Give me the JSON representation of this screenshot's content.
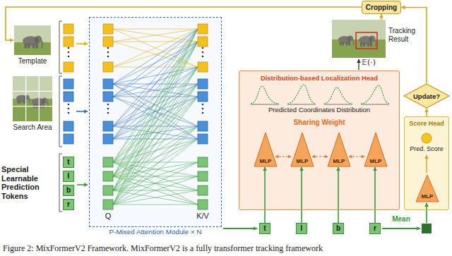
{
  "diagram": {
    "caption": "Figure 2: MixFormerV2 Framework. MixFormerV2 is a fully transformer tracking framework",
    "nodes": [
      {
        "text": [
          "Cropping"
        ]
      },
      {
        "text": [
          "t"
        ]
      },
      {
        "text": [
          "l"
        ]
      },
      {
        "text": [
          "b"
        ]
      },
      {
        "text": [
          "r"
        ]
      },
      {
        "text": [
          "P-Mixed Attention Module × N"
        ]
      },
      {
        "text": [
          "Distribution-based Localization Head"
        ]
      },
      {
        "text": [
          "MLP"
        ],
        "in": 6
      },
      {
        "text": [
          "MLP"
        ],
        "in": 6
      },
      {
        "text": [
          "MLP"
        ],
        "in": 6
      },
      {
        "text": [
          "MLP"
        ],
        "in": 6
      },
      {
        "text": [
          "Update?"
        ]
      },
      {
        "text": [
          "Score Head"
        ]
      },
      {
        "text": [
          "MLP"
        ],
        "in": 12
      },
      {
        "text": [
          "t"
        ]
      },
      {
        "text": [
          "l"
        ]
      },
      {
        "text": [
          "b"
        ]
      },
      {
        "text": [
          "r"
        ]
      }
    ],
    "edges": [
      {
        "from": 14,
        "to": 7,
        "arrow": "to"
      },
      {
        "from": 15,
        "to": 8,
        "arrow": "to"
      },
      {
        "from": 16,
        "to": 9,
        "arrow": "to"
      },
      {
        "from": 17,
        "to": 10,
        "arrow": "to"
      },
      {
        "from": 12,
        "to": 11,
        "arrow": "to"
      },
      {
        "from": 11,
        "to": 0,
        "arrow": "to"
      }
    ],
    "labels": [
      "Template",
      "Search Area",
      "Special Learnable Prediction Tokens",
      "Q",
      "K/V",
      "Tracking Result",
      "𝔼(·)",
      "Predicted Coordinates Distribution",
      "Sharing Weight",
      "Pred. Score",
      "Mean"
    ]
  }
}
